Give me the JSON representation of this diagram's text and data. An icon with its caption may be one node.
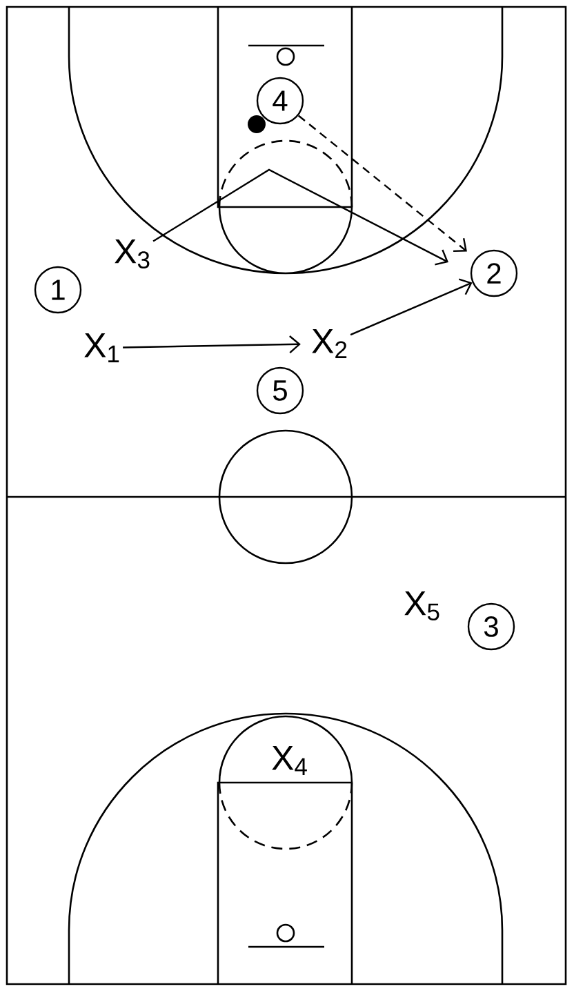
{
  "diagram": {
    "nodes": [
      {
        "text": [
          "4"
        ]
      },
      {
        "text": [
          "X$_{3}$"
        ]
      },
      {
        "text": [
          "1"
        ]
      },
      {
        "text": [
          "2"
        ]
      },
      {
        "text": [
          "X$_{1}$"
        ]
      },
      {
        "text": [
          "X$_{2}$"
        ]
      },
      {
        "text": [
          "5"
        ]
      },
      {
        "text": [
          "X$_{5}$"
        ]
      },
      {
        "text": [
          "3"
        ]
      },
      {
        "text": [
          "X$_{4}$"
        ]
      }
    ],
    "edges": [
      {
        "from": 1,
        "to": null,
        "arrow": "to"
      },
      {
        "from": 4,
        "to": 5,
        "arrow": "to"
      },
      {
        "from": 5,
        "to": 3,
        "arrow": "to"
      },
      {
        "from": 0,
        "to": 3,
        "arrow": "to",
        "style": "dashed"
      }
    ]
  }
}
